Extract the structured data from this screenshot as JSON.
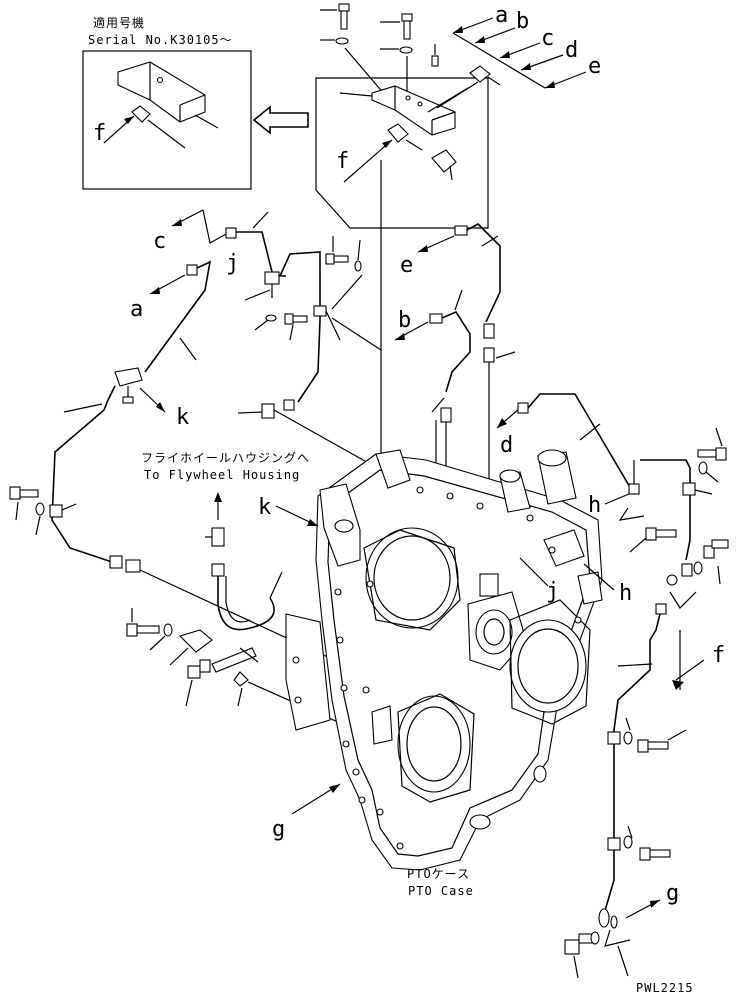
{
  "inset": {
    "label_jp": "適用号機",
    "label_en": "Serial No.K30105～"
  },
  "labels": {
    "flywheel_jp": "フライホイールハウジングへ",
    "flywheel_en": "To Flywheel Housing",
    "pto_jp": "PTOケース",
    "pto_en": "PTO Case",
    "drawing_code": "PWL2215"
  },
  "callouts": {
    "a1": "a",
    "b1": "b",
    "c1": "c",
    "d1": "d",
    "e1": "e",
    "f_inset": "f",
    "f_detail": "f",
    "c2": "c",
    "a2": "a",
    "j1": "j",
    "e2": "e",
    "b2": "b",
    "k1": "k",
    "d2": "d",
    "h1": "h",
    "k2": "k",
    "j2": "j",
    "h2": "h",
    "f2": "f",
    "g1": "g",
    "g2": "g"
  }
}
